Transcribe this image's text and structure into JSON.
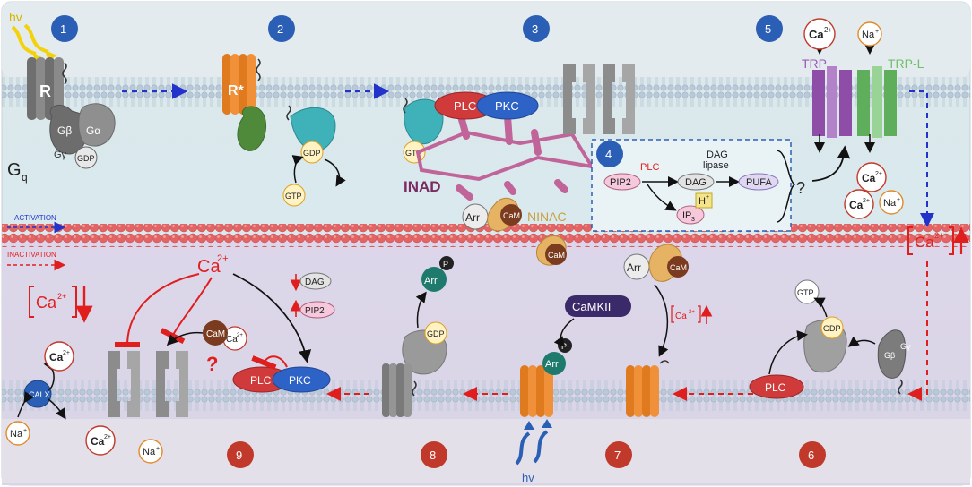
{
  "steps": [
    "1",
    "2",
    "3",
    "4",
    "5",
    "6",
    "7",
    "8",
    "9"
  ],
  "light": {
    "top": "hv",
    "bottom": "hv"
  },
  "gprotein": {
    "label": "G",
    "sub": "q",
    "beta": "Gβ",
    "alpha": "Gα",
    "gamma": "Gγ"
  },
  "receptor": {
    "inactive": "R",
    "active": "R*"
  },
  "molecules": {
    "gdp": "GDP",
    "gtp": "GTP",
    "plc": "PLC",
    "pkc": "PKC",
    "inad": "INAD",
    "ninac": "NINAC",
    "arr": "Arr",
    "cam": "CaM",
    "camkii": "CaMKII",
    "p": "P",
    "calx": "CALX",
    "dag": "DAG",
    "pip2": "PIP2"
  },
  "channels": {
    "trp": "TRP",
    "trpl": "TRP-L"
  },
  "ions": {
    "ca": "Ca",
    "ca_sup": "2+",
    "na": "Na",
    "na_sup": "+",
    "h": "H",
    "h_sup": "+"
  },
  "box4": {
    "pip2": "PIP2",
    "plc": "PLC",
    "dag": "DAG",
    "lipase_line1": "DAG",
    "lipase_line2": "lipase",
    "pufa": "PUFA",
    "ip": "IP",
    "ip_sub": "3",
    "h": "H",
    "h_sup": "+",
    "question": "?"
  },
  "legend": {
    "activation": "ACTIVATION",
    "inactivation": "INACTIVATION"
  },
  "question": "?",
  "colors": {
    "activation": "#2233cc",
    "inactivation": "#e01e1e",
    "badge_blue": "#2b5fb5",
    "badge_red": "#c0392b",
    "receptor_active": "#e8862a",
    "trp": "#9b59b6",
    "trpl": "#6fbf6b",
    "inad": "#c0649a",
    "cam": "#7a3b1e"
  }
}
